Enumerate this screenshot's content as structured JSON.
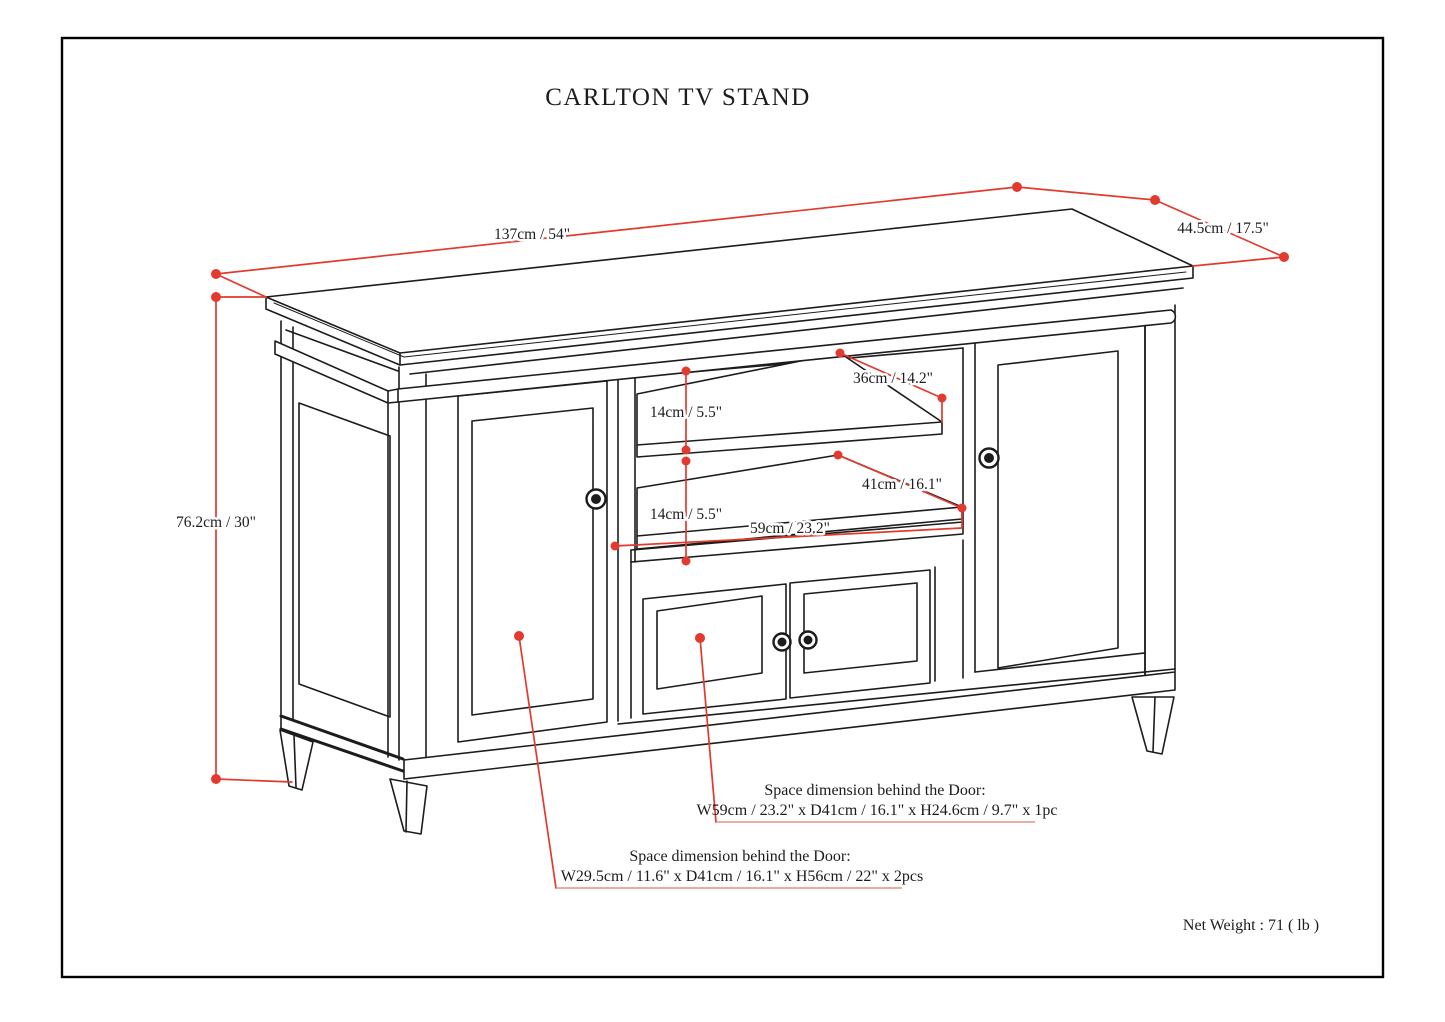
{
  "title": "CARLTON TV STAND",
  "dimensions": {
    "overall_width": "137cm / 54\"",
    "overall_depth": "44.5cm / 17.5\"",
    "overall_height": "76.2cm / 30\"",
    "shelf_clearance_upper": "14cm / 5.5\"",
    "shelf_clearance_lower": "14cm / 5.5\"",
    "upper_shelf_depth": "36cm / 14.2\"",
    "lower_shelf_depth": "41cm / 16.1\"",
    "shelf_width": "59cm / 23.2\""
  },
  "annotations": {
    "center_door_space": {
      "title": "Space dimension behind the Door:",
      "value": "W59cm / 23.2\" x D41cm / 16.1\" x H24.6cm / 9.7\" x 1pc"
    },
    "side_door_space": {
      "title": "Space dimension behind the Door:",
      "value": "W29.5cm / 11.6\" x D41cm / 16.1\" x H56cm / 22\" x 2pcs"
    },
    "net_weight": "Net Weight : 71 ( lb )"
  },
  "colors": {
    "outline": "#1c1c1c",
    "dimension_red": "#e23a2e",
    "underline_pink": "#e09289",
    "background": "#ffffff"
  }
}
